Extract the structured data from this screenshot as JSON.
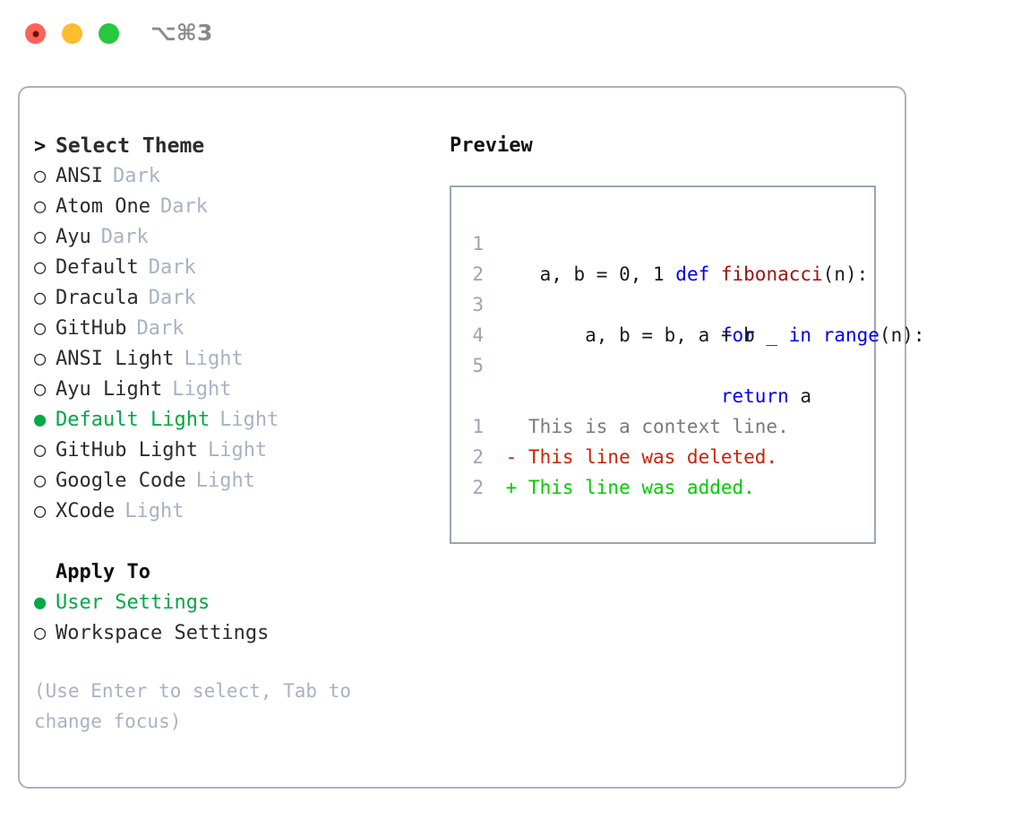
{
  "window": {
    "shortcut": "⌥⌘3",
    "traffic_lights": [
      {
        "name": "close",
        "color": "#ff6259"
      },
      {
        "name": "minimize",
        "color": "#febc2e"
      },
      {
        "name": "maximize",
        "color": "#26c83f"
      }
    ]
  },
  "theme_picker": {
    "header_marker": ">",
    "header_label": "Select Theme",
    "unselected_marker": "○",
    "selected_marker": "●",
    "items": [
      {
        "label": "ANSI",
        "tag": "Dark",
        "selected": false
      },
      {
        "label": "Atom One",
        "tag": "Dark",
        "selected": false
      },
      {
        "label": "Ayu",
        "tag": "Dark",
        "selected": false
      },
      {
        "label": "Default",
        "tag": "Dark",
        "selected": false
      },
      {
        "label": "Dracula",
        "tag": "Dark",
        "selected": false
      },
      {
        "label": "GitHub",
        "tag": "Dark",
        "selected": false
      },
      {
        "label": "ANSI Light",
        "tag": "Light",
        "selected": false
      },
      {
        "label": "Ayu Light",
        "tag": "Light",
        "selected": false
      },
      {
        "label": "Default Light",
        "tag": "Light",
        "selected": true
      },
      {
        "label": "GitHub Light",
        "tag": "Light",
        "selected": false
      },
      {
        "label": "Google Code",
        "tag": "Light",
        "selected": false
      },
      {
        "label": "XCode",
        "tag": "Light",
        "selected": false
      }
    ]
  },
  "apply_to": {
    "heading": "Apply To",
    "items": [
      {
        "label": "User Settings",
        "selected": true
      },
      {
        "label": "Workspace Settings",
        "selected": false
      }
    ]
  },
  "hint": {
    "line1": "(Use Enter to select, Tab to",
    "line2": "change focus)"
  },
  "preview": {
    "title": "Preview",
    "code_lines": [
      {
        "num": "1",
        "tokens": [
          {
            "t": "def ",
            "c": "kw"
          },
          {
            "t": "fibonacci",
            "c": "fn"
          },
          {
            "t": "(n):",
            "c": "pl"
          }
        ]
      },
      {
        "num": "2",
        "tokens": [
          {
            "t": "    a, b = 0, 1",
            "c": "pl"
          }
        ]
      },
      {
        "num": "3",
        "tokens": [
          {
            "t": "    ",
            "c": "pl"
          },
          {
            "t": "for",
            "c": "kw"
          },
          {
            "t": " _ ",
            "c": "pl"
          },
          {
            "t": "in",
            "c": "kw"
          },
          {
            "t": " ",
            "c": "pl"
          },
          {
            "t": "range",
            "c": "kw"
          },
          {
            "t": "(n):",
            "c": "pl"
          }
        ]
      },
      {
        "num": "4",
        "tokens": [
          {
            "t": "        a, b = b, a + b",
            "c": "pl"
          }
        ]
      },
      {
        "num": "5",
        "tokens": [
          {
            "t": "    ",
            "c": "pl"
          },
          {
            "t": "return",
            "c": "kw"
          },
          {
            "t": " a",
            "c": "pl"
          }
        ]
      }
    ],
    "diff_lines": [
      {
        "num": "1",
        "text": "   This is a context line.",
        "kind": "ctx"
      },
      {
        "num": "2",
        "text": " - This line was deleted.",
        "kind": "del"
      },
      {
        "num": "2",
        "text": " + This line was added.",
        "kind": "add"
      }
    ]
  },
  "colors": {
    "accent_green": "#00a844",
    "diff_add": "#00cc00",
    "diff_del": "#cc2200",
    "keyword_blue": "#0000ee",
    "function_red": "#a01010",
    "muted": "#a8b2c4",
    "border": "#aab2c0"
  }
}
